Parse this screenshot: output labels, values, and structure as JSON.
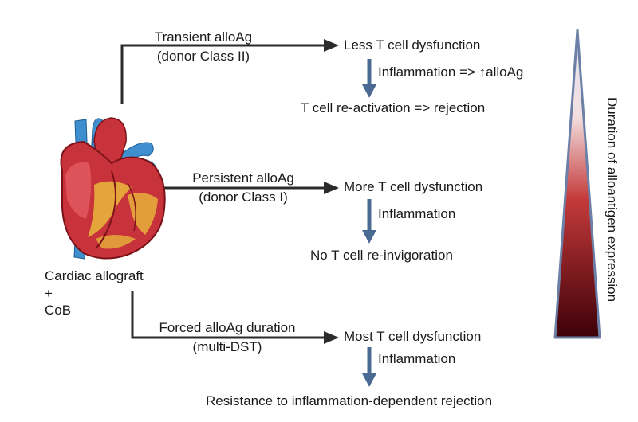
{
  "colors": {
    "black_arrow": "#2b2b2b",
    "blue_arrow": "#4a6a93",
    "triangle_top": "#dfe3ee",
    "triangle_mid": "#c43a3a",
    "triangle_bottom": "#3d0008",
    "triangle_outline": "#6c7fa6",
    "heart_red": "#c8323a",
    "heart_blue": "#3f8fcf",
    "heart_yellow": "#e7b23c"
  },
  "source": {
    "line1": "Cardiac allograft",
    "line2": "+",
    "line3": "CoB"
  },
  "branch_transient": {
    "arrow_label1": "Transient alloAg",
    "arrow_label2": "(donor Class II)",
    "outcome": "Less T cell dysfunction",
    "process": "Inflammation => ↑alloAg",
    "result": "T cell re-activation => rejection"
  },
  "branch_persistent": {
    "arrow_label1": "Persistent alloAg",
    "arrow_label2": "(donor Class I)",
    "outcome": "More T cell dysfunction",
    "process": "Inflammation",
    "result": "No T cell re-invigoration"
  },
  "branch_forced": {
    "arrow_label1": "Forced alloAg duration",
    "arrow_label2": "(multi-DST)",
    "outcome": "Most T cell dysfunction",
    "process": "Inflammation",
    "result": "Resistance to inflammation-dependent rejection"
  },
  "scale": {
    "label": "Duration of alloantigen expression"
  }
}
